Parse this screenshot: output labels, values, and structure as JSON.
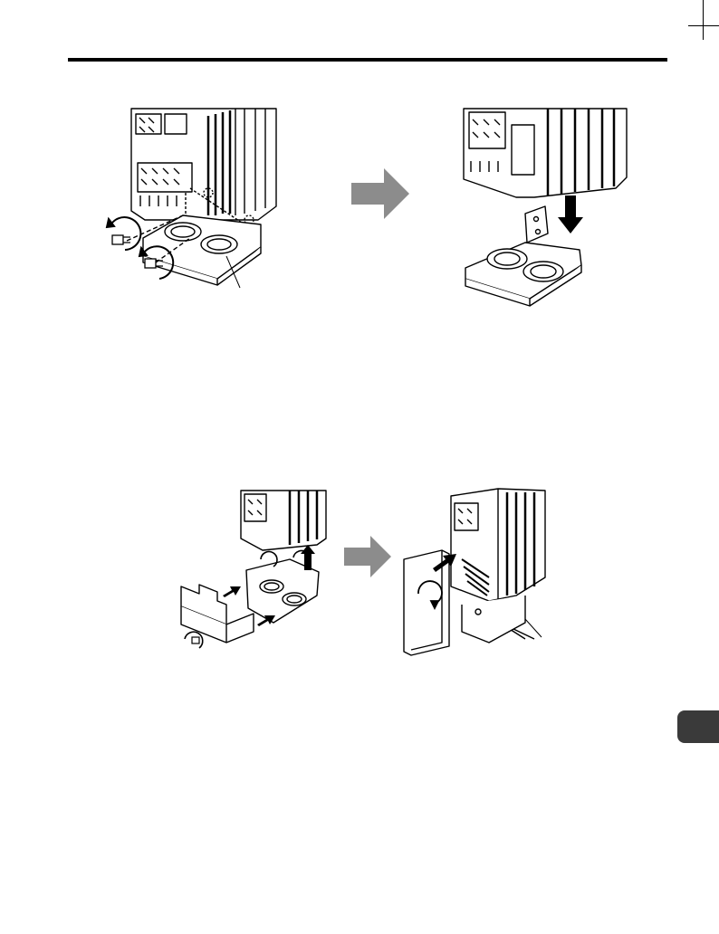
{
  "page": {
    "background": "#ffffff",
    "rule_color": "#000000",
    "arrow_color": "#8c8c8c",
    "tab_color": "#3a3a3a"
  },
  "figures": [
    {
      "id": "remove-bottom-cover",
      "icons": [
        "screw-icon",
        "rotate-ccw-icon",
        "bottom-cover"
      ]
    },
    {
      "id": "attach-bracket",
      "icons": [
        "bracket",
        "push-down-arrow-icon"
      ]
    },
    {
      "id": "assemble-cover-kit",
      "icons": [
        "u-cover",
        "bracket",
        "screw-icon",
        "rotate-cw-icon"
      ]
    },
    {
      "id": "attach-front-cover",
      "icons": [
        "front-cover",
        "push-arrow-icon",
        "rotate-cw-icon"
      ]
    }
  ]
}
